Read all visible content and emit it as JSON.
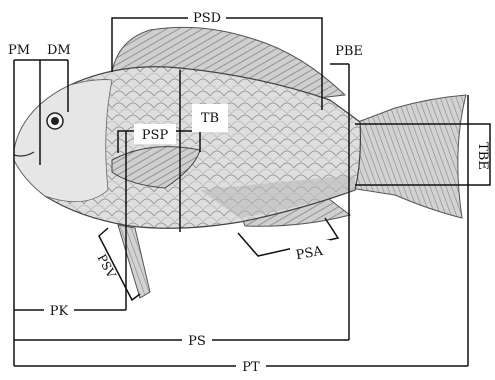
{
  "figure": {
    "labels": {
      "psd": "PSD",
      "pm": "PM",
      "dm": "DM",
      "pbe": "PBE",
      "tb": "TB",
      "psp": "PSP",
      "tbe": "TBE",
      "psv": "PSV",
      "psa": "PSA",
      "pk": "PK",
      "ps": "PS",
      "pt": "PT"
    },
    "colors": {
      "line": "#111111",
      "fish_body": "#d9d9d9",
      "fish_shade": "#9a9a9a",
      "fin": "#c4c4c4"
    }
  }
}
